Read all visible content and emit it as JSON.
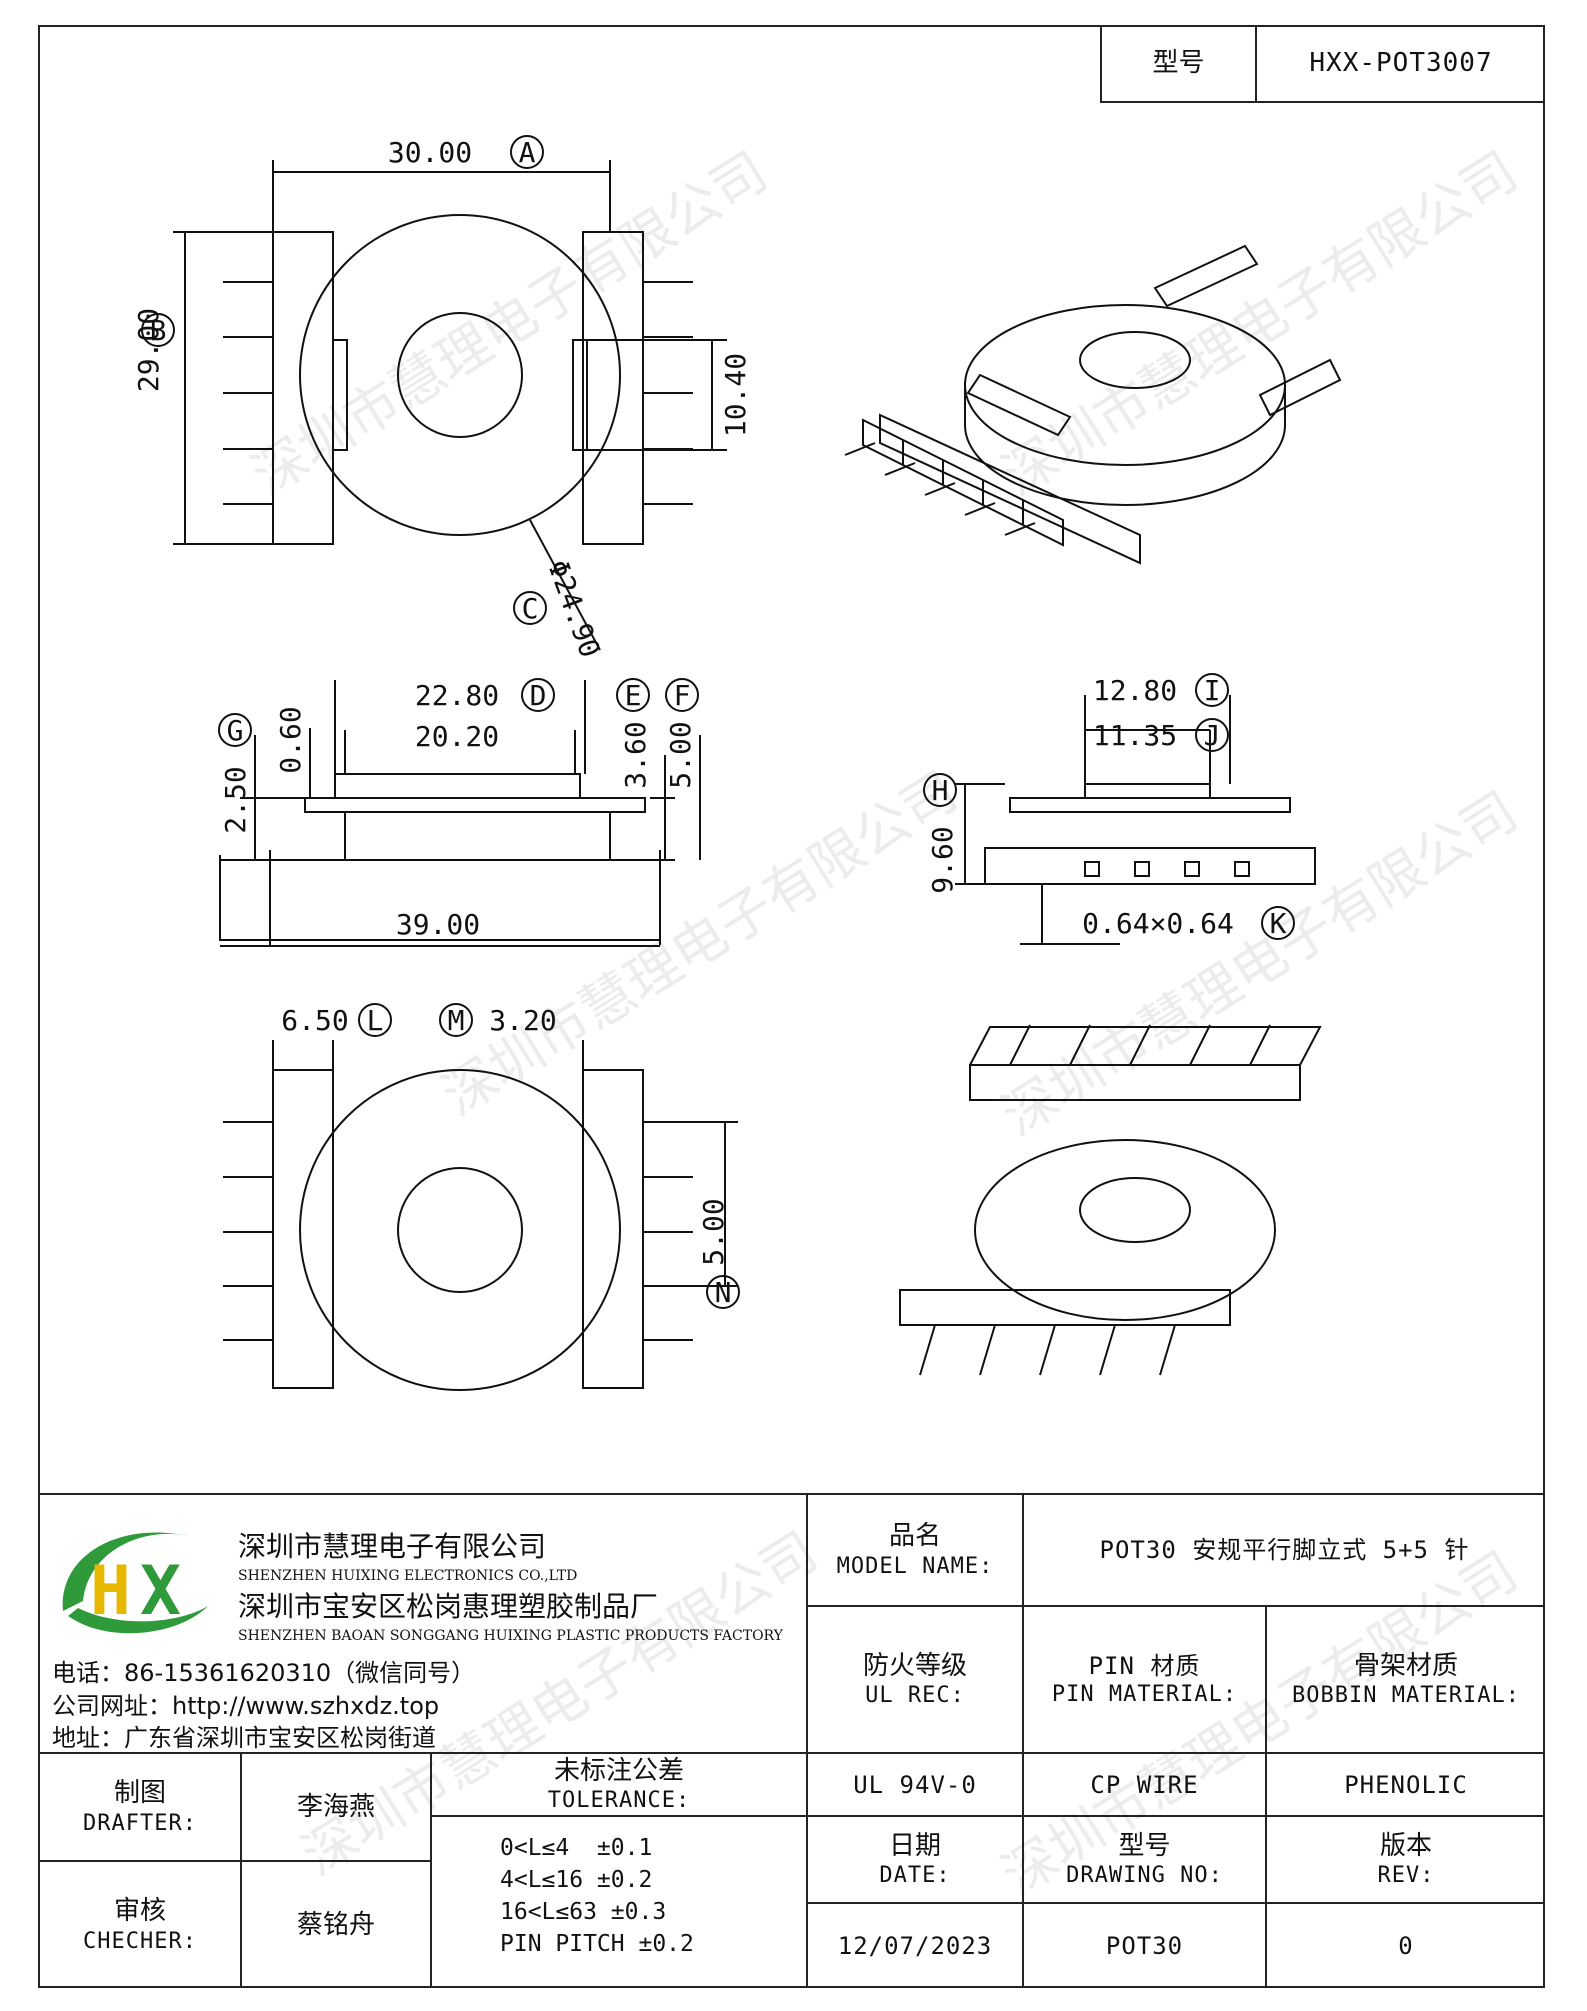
{
  "header": {
    "model_label": "型号",
    "model_value": "HXX-POT3007"
  },
  "drawing": {
    "dims": {
      "top_width": "30.00",
      "top_height": "29.00",
      "top_window": "10.40",
      "top_diameter": "Φ24.90",
      "side_outer": "22.80",
      "side_inner": "20.20",
      "side_flange": "0.60",
      "side_g": "2.50",
      "side_e": "3.60",
      "side_f": "5.00",
      "side_total": "39.00",
      "end_i": "12.80",
      "end_j": "11.35",
      "end_h": "9.60",
      "end_pin": "0.64×0.64",
      "bot_l": "6.50",
      "bot_m": "3.20",
      "bot_n": "5.00"
    },
    "labels": [
      "A",
      "B",
      "C",
      "D",
      "E",
      "F",
      "G",
      "H",
      "I",
      "J",
      "K",
      "L",
      "M",
      "N"
    ]
  },
  "company": {
    "name_cn": "深圳市慧理电子有限公司",
    "name_en": "SHENZHEN HUIXING ELECTRONICS CO.,LTD",
    "factory_cn": "深圳市宝安区松岗惠理塑胶制品厂",
    "factory_en": "SHENZHEN BAOAN SONGGANG HUIXING PLASTIC PRODUCTS FACTORY",
    "phone": "电话：86-15361620310（微信同号）",
    "website": "公司网址：http://www.szhxdz.top",
    "address": "地址：广东省深圳市宝安区松岗街道"
  },
  "logo": {
    "letters_h": "H",
    "letters_x": "X",
    "green": "#2e9a3a",
    "yellow": "#e6b800"
  },
  "table": {
    "model_name_cn": "品名",
    "model_name_en": "MODEL NAME:",
    "model_name_value": "POT30 安规平行脚立式 5+5 针",
    "ul_cn": "防火等级",
    "ul_en": "UL REC:",
    "pin_cn": "PIN 材质",
    "pin_en": "PIN MATERIAL:",
    "bobbin_cn": "骨架材质",
    "bobbin_en": "BOBBIN MATERIAL:",
    "ul_value": "UL 94V-0",
    "pin_value": "CP WIRE",
    "bobbin_value": "PHENOLIC",
    "drafter_cn": "制图",
    "drafter_en": "DRAFTER:",
    "drafter_value": "李海燕",
    "checker_cn": "审核",
    "checker_en": "CHECHER:",
    "checker_value": "蔡铭舟",
    "tol_cn": "未标注公差",
    "tol_en": "TOLERANCE:",
    "tol_1": "0<L≤4  ±0.1",
    "tol_2": "4<L≤16 ±0.2",
    "tol_3": "16<L≤63 ±0.3",
    "tol_4": "PIN PITCH ±0.2",
    "date_cn": "日期",
    "date_en": "DATE:",
    "date_value": "12/07/2023",
    "drawing_cn": "型号",
    "drawing_en": "DRAWING NO:",
    "drawing_value": "POT30",
    "rev_cn": "版本",
    "rev_en": "REV:",
    "rev_value": "0"
  },
  "watermark": "深圳市慧理电子有限公司"
}
